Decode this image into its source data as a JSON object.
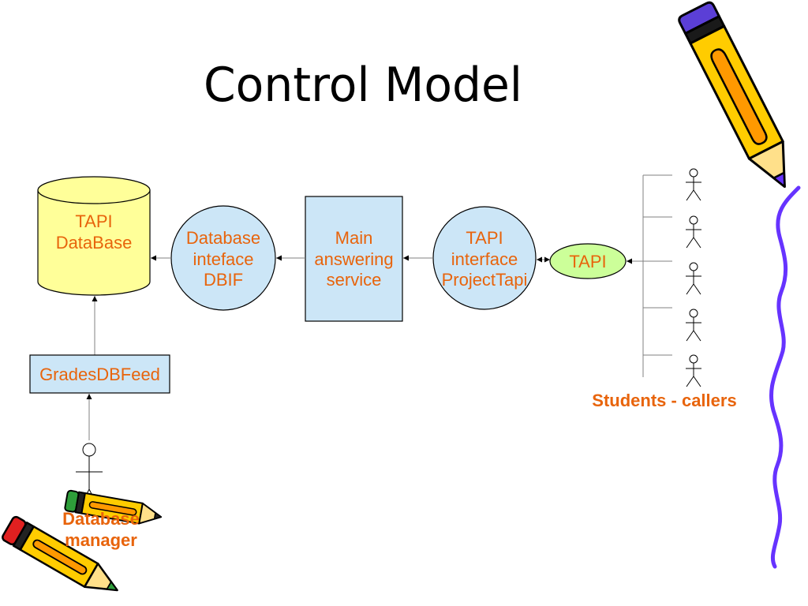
{
  "slide": {
    "title": "Control Model"
  },
  "nodes": {
    "database": {
      "lines": [
        "TAPI",
        "DataBase"
      ]
    },
    "dbif": {
      "lines": [
        "Database",
        "inteface",
        "DBIF"
      ]
    },
    "main_service": {
      "lines": [
        "Main",
        "answering",
        "service"
      ]
    },
    "tapi_interface": {
      "lines": [
        "TAPI",
        "interface",
        "ProjectTapi"
      ]
    },
    "tapi": {
      "label": "TAPI"
    },
    "grades_feed": {
      "label": "GradesDBFeed"
    }
  },
  "actors": {
    "students": {
      "label": "Students - callers",
      "icon": "stick-figure-icon"
    },
    "db_manager": {
      "lines": [
        "Database",
        "manager"
      ],
      "icon": "stick-figure-icon"
    }
  },
  "decorations": {
    "top_right": "pencil-icon",
    "bottom_left": "crossed-pencils-icon",
    "right_edge": "wavy-line-icon"
  },
  "colors": {
    "text_orange": "#E8640C",
    "database_fill": "#FFFF99",
    "node_fill": "#CCE6F7",
    "tapi_fill": "#CCFF99",
    "connector": "#808080",
    "pencil_yellow": "#FFCC00",
    "squiggle_purple": "#6633FF"
  }
}
